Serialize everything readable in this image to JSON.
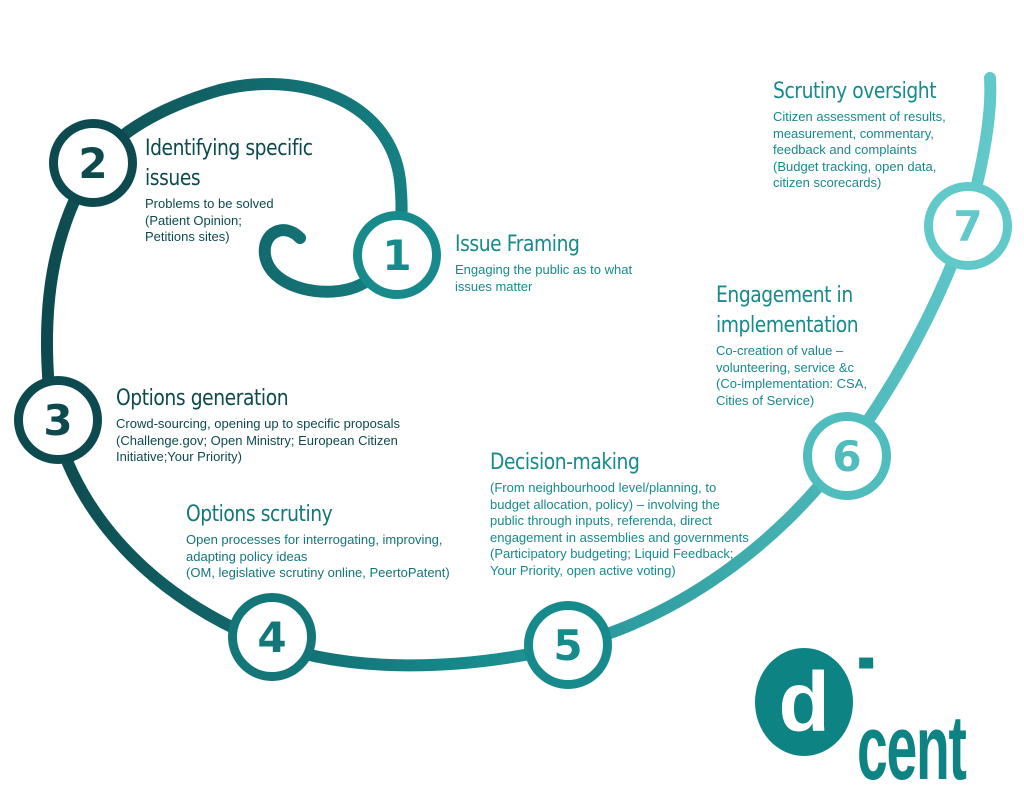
{
  "colors": {
    "dark": "#0d4a4f",
    "mid": "#178a8c",
    "light": "#62c9cb",
    "logo": "#0e8383"
  },
  "steps": [
    {
      "num": "1",
      "title": "Issue Framing",
      "text": [
        "Engaging the public as to what",
        "issues matter"
      ]
    },
    {
      "num": "2",
      "title": "Identifying specific issues",
      "text": [
        "Problems to be solved",
        "(Patient Opinion;",
        "Petitions sites)"
      ]
    },
    {
      "num": "3",
      "title": "Options generation",
      "text": [
        "Crowd-sourcing, opening up to specific proposals",
        "(Challenge.gov; Open Ministry; European Citizen",
        "Initiative;Your Priority)"
      ]
    },
    {
      "num": "4",
      "title": "Options scrutiny",
      "text": [
        "Open processes for interrogating, improving,",
        "adapting policy ideas",
        "(OM, legislative scrutiny online, PeertoPatent)"
      ]
    },
    {
      "num": "5",
      "title": "Decision-making",
      "text": [
        "(From neighbourhood level/planning, to",
        "budget allocation, policy) – involving the",
        "public through inputs, referenda, direct",
        "engagement in assemblies and governments",
        "(Participatory budgeting; Liquid Feedback;",
        "Your Priority, open active voting)"
      ]
    },
    {
      "num": "6",
      "title": "Engagement in implementation",
      "text": [
        "Co-creation of value –",
        "volunteering, service &c",
        "(Co-implementation: CSA,",
        "Cities of Service)"
      ]
    },
    {
      "num": "7",
      "title": "Scrutiny oversight",
      "text": [
        "Citizen assessment of results,",
        "measurement, commentary,",
        "feedback and complaints",
        "(Budget tracking, open data,",
        "citizen scorecards)"
      ]
    }
  ],
  "logo": {
    "mark": "d",
    "text": "-cent"
  }
}
